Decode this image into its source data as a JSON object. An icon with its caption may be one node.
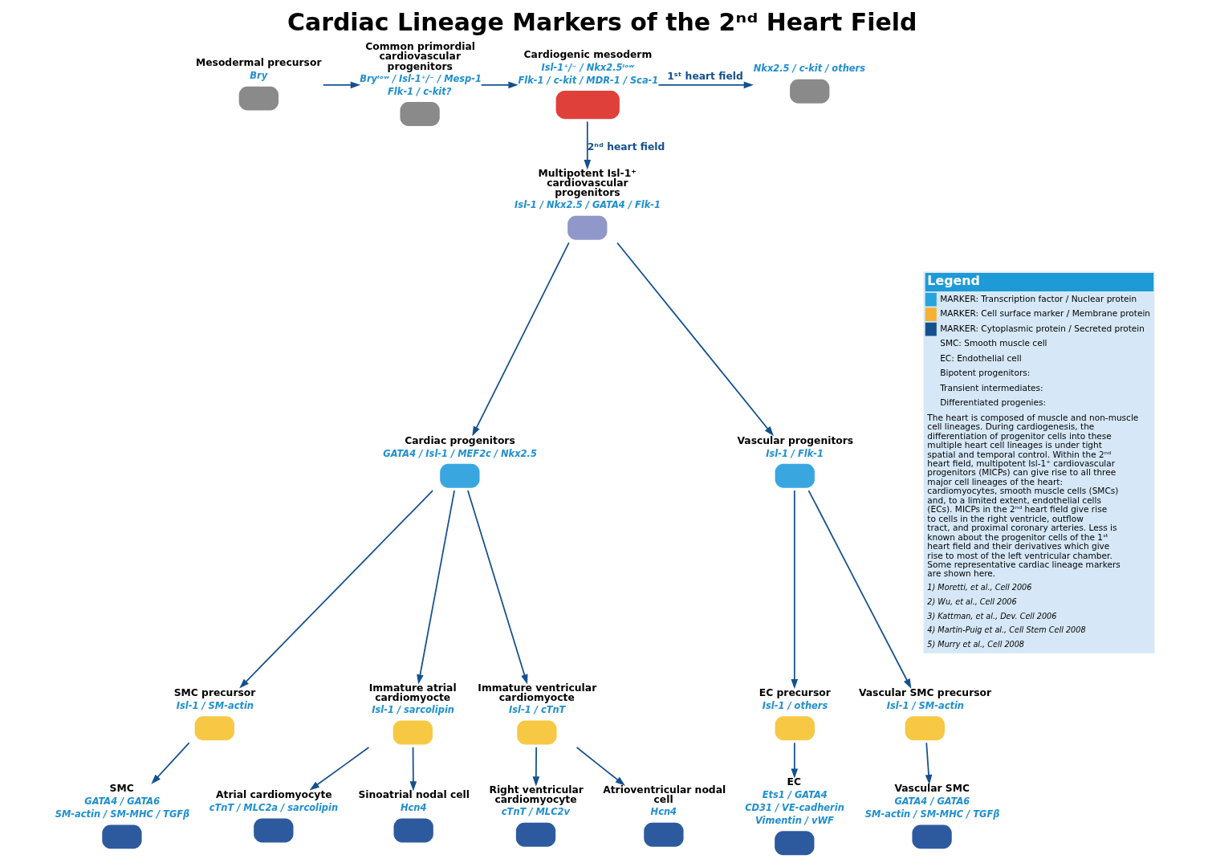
{
  "diagram": {
    "title": "Cardiac Lineage Markers of the 2ⁿᵈ Heart Field",
    "nodes": [
      {
        "text": [
          "Mesodermal precursor",
          "Bry"
        ]
      },
      {
        "text": [
          "Common primordial cardiovascular progenitors",
          "Bryˡᵒʷ / Isl-1⁺/⁻ / Mesp-1",
          "Flk-1 / c-kit?"
        ]
      },
      {
        "text": [
          "Cardiogenic mesoderm",
          "Isl-1⁺/⁻ / Nkx2.5ˡᵒʷ",
          "Flk-1 / c-kit / MDR-1 / Sca-1"
        ]
      },
      {
        "text": [
          "Nkx2.5 / c-kit / others"
        ]
      },
      {
        "text": [
          "Multipotent Isl-1⁺ cardiovascular progenitors",
          "Isl-1 / Nkx2.5 / GATA4 / Flk-1"
        ]
      },
      {
        "text": [
          "Cardiac progenitors",
          "GATA4 / Isl-1 / MEF2c / Nkx2.5"
        ]
      },
      {
        "text": [
          "Vascular progenitors",
          "Isl-1 / Flk-1"
        ]
      },
      {
        "text": [
          "SMC precursor",
          "Isl-1 / SM-actin"
        ]
      },
      {
        "text": [
          "Immature atrial cardiomyocte",
          "Isl-1 / sarcolipin"
        ]
      },
      {
        "text": [
          "Immature ventricular cardiomyocte",
          "Isl-1 / cTnT"
        ]
      },
      {
        "text": [
          "EC precursor",
          "Isl-1 / others"
        ]
      },
      {
        "text": [
          "Vascular SMC precursor",
          "Isl-1 / SM-actin"
        ]
      },
      {
        "text": [
          "SMC",
          "GATA4 / GATA6",
          "SM-actin / SM-MHC / TGFβ"
        ]
      },
      {
        "text": [
          "Atrial cardiomyocyte",
          "cTnT / MLC2a / sarcolipin"
        ]
      },
      {
        "text": [
          "Sinoatrial nodal cell",
          "Hcn4"
        ]
      },
      {
        "text": [
          "Right ventricular cardiomyocyte",
          "cTnT / MLC2v"
        ]
      },
      {
        "text": [
          "Atrioventricular nodal cell",
          "Hcn4"
        ]
      },
      {
        "text": [
          "EC",
          "Ets1 / GATA4",
          "CD31 / VE-cadherin",
          "Vimentin / vWF"
        ]
      },
      {
        "text": [
          "Vascular SMC",
          "GATA4 / GATA6",
          "SM-actin / SM-MHC / TGFβ"
        ]
      }
    ],
    "edges": [
      {
        "from": 0,
        "to": 1,
        "arrow": "to"
      },
      {
        "from": 1,
        "to": 2,
        "arrow": "to"
      },
      {
        "from": 2,
        "to": 3,
        "arrow": "to",
        "label": "1ˢᵗ heart field"
      },
      {
        "from": 2,
        "to": 4,
        "arrow": "to",
        "label": "2ⁿᵈ heart field"
      },
      {
        "from": 4,
        "to": 5,
        "arrow": "to"
      },
      {
        "from": 4,
        "to": 6,
        "arrow": "to"
      },
      {
        "from": 5,
        "to": 7,
        "arrow": "to"
      },
      {
        "from": 5,
        "to": 8,
        "arrow": "to"
      },
      {
        "from": 5,
        "to": 9,
        "arrow": "to"
      },
      {
        "from": 6,
        "to": 10,
        "arrow": "to"
      },
      {
        "from": 6,
        "to": 11,
        "arrow": "to"
      },
      {
        "from": 7,
        "to": 12,
        "arrow": "to"
      },
      {
        "from": 8,
        "to": 13,
        "arrow": "to"
      },
      {
        "from": 8,
        "to": 14,
        "arrow": "to"
      },
      {
        "from": 9,
        "to": 15,
        "arrow": "to"
      },
      {
        "from": 9,
        "to": 16,
        "arrow": "to"
      },
      {
        "from": 10,
        "to": 17,
        "arrow": "to"
      },
      {
        "from": 11,
        "to": 18,
        "arrow": "to"
      }
    ],
    "labels": [
      "Legend",
      "The heart is composed of muscle and non-muscle cell lineages. During cardiogenesis, the differentiation of progenitor cells into these multiple heart cell lineages is under tight spatial and temporal control. Within the 2ⁿᵈ heart field, multipotent Isl-1⁺ cardiovascular progenitors (MICPs) can give rise to all three major cell lineages of the heart: cardiomyocytes, smooth muscle cells (SMCs) and, to a limited extent, endothelial cells (ECs). MICPs in the 2ⁿᵈ heart field give rise to cells in the right ventricle, outflow tract, and proximal coronary arteries. Less is known about the progenitor cells of the 1ˢᵗ heart field and their derivatives which give rise to most of the left ventricular chamber. Some representative cardiac lineage markers are shown here.",
      "1) Moretti, et al., Cell 2006",
      "2) Wu, et al., Cell 2006",
      "3) Kattman, et al., Dev. Cell 2006",
      "4) Martin-Puig et al., Cell Stem Cell 2008",
      "5) Murry et al., Cell 2008"
    ],
    "legend": [
      {
        "text": "MARKER: Transcription factor / Nuclear protein",
        "color": "#29a3dc"
      },
      {
        "text": "MARKER: Cell surface marker / Membrane protein",
        "color": "#f6b134"
      },
      {
        "text": "MARKER: Cytoplasmic protein / Secreted protein",
        "color": "#15508e"
      },
      {
        "text": "SMC: Smooth muscle cell"
      },
      {
        "text": "EC: Endothelial cell"
      },
      {
        "text": "Bipotent progenitors:"
      },
      {
        "text": "Transient intermediates:"
      },
      {
        "text": "Differentiated progenies:"
      }
    ]
  }
}
